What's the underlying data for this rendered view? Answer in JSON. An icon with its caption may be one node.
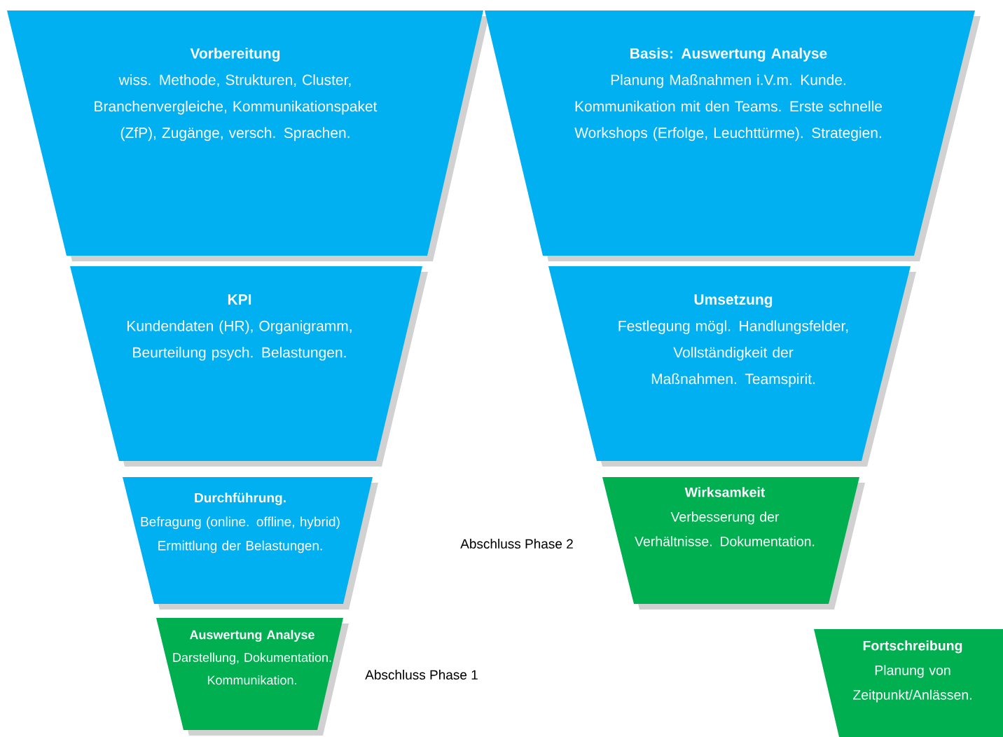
{
  "diagram": {
    "nodes": [
      {
        "text": [
          "Vorbereitung",
          "wiss. Methode, Strukturen, Cluster, Branchenvergleiche, Kommunikationspaket (ZfP), Zugänge, versch. Sprachen."
        ]
      },
      {
        "text": [
          "Basis: Auswertung Analyse",
          "Planung Maßnahmen i.V.m. Kunde. Kommunikation mit den Teams. Erste schnelle Workshops (Erfolge, Leuchttürme). Strategien."
        ]
      },
      {
        "text": [
          "KPI",
          "Kundendaten (HR), Organigramm, Beurteilung psych. Belastungen."
        ]
      },
      {
        "text": [
          "Umsetzung",
          "Festlegung mögl. Handlungsfelder, Vollständigkeit der Maßnahmen. Teamspirit."
        ]
      },
      {
        "text": [
          "Durchführung.",
          "Befragung (online. offline, hybrid) Ermittlung der Belastungen."
        ]
      },
      {
        "text": [
          "Wirksamkeit",
          "Verbesserung der Verhältnisse. Dokumentation."
        ]
      },
      {
        "text": [
          "Auswertung Analyse",
          "Darstellung, Dokumentation. Kommunikation."
        ]
      },
      {
        "text": [
          "Fortschreibung",
          "Planung von Zeitpunkt/Anlässen."
        ]
      }
    ],
    "labels": [
      "Abschluss Phase 2",
      "Abschluss Phase 1"
    ]
  }
}
